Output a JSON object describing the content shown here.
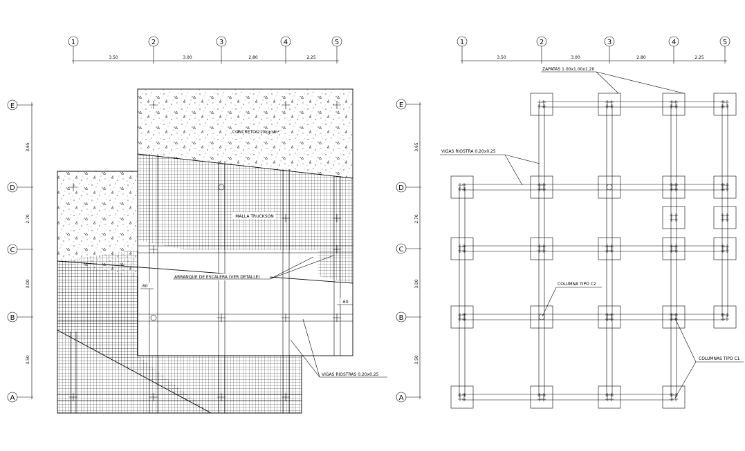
{
  "grid": {
    "columns": [
      "1",
      "2",
      "3",
      "4",
      "5"
    ],
    "rows": [
      "E",
      "D",
      "C",
      "B",
      "A"
    ],
    "col_dims": [
      "3.50",
      "3.00",
      "2.80",
      "2.25"
    ],
    "row_dims": [
      "3.65",
      "2.70",
      "3.00",
      "3.50"
    ]
  },
  "left_plan": {
    "concrete_label": "CONCRETO 210kg/cm²",
    "mesh_label": "MALLA TRUCKSON",
    "stair_label": "ARRANQUE DE ESCALERA (VER DETALLE)",
    "beams_label": "VIGAS RIOSTRAS 0.20x0.25",
    "dim_60_left": ".60",
    "dim_60_right": ".60"
  },
  "right_plan": {
    "footings_label": "ZAPATAS 1.00x1.00x1.20",
    "beams_label": "VIGAS RIOSTRA 0.20x0.25",
    "column_c2_label": "COLUMNA TIPO C2",
    "column_c1_label": "COLUMNAS TIPO C1"
  },
  "colors": {
    "line": "#000000",
    "background": "#ffffff"
  }
}
